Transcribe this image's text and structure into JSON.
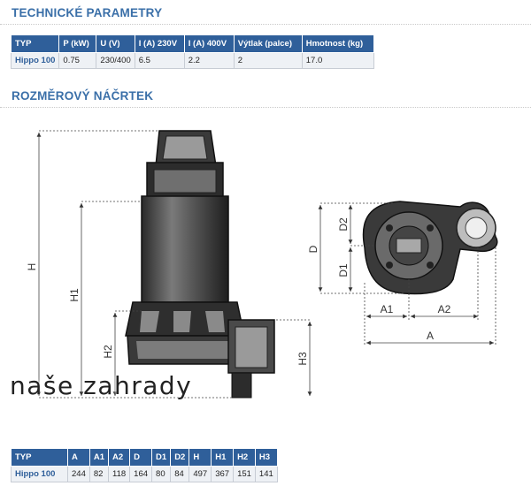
{
  "sections": {
    "params_title": "TECHNICKÉ PARAMETRY",
    "dims_title": "ROZMĚROVÝ NÁČRTEK"
  },
  "params_table": {
    "headers": [
      "TYP",
      "P (kW)",
      "U (V)",
      "I (A) 230V",
      "I (A) 400V",
      "Výtlak (palce)",
      "Hmotnost (kg)"
    ],
    "row": [
      "Hippo 100",
      "0.75",
      "230/400",
      "6.5",
      "2.2",
      "2",
      "17.0"
    ]
  },
  "drawing_labels": {
    "H": "H",
    "H1": "H1",
    "H2": "H2",
    "H3": "H3",
    "D": "D",
    "D1": "D1",
    "D2": "D2",
    "A": "A",
    "A1": "A1",
    "A2": "A2"
  },
  "watermark": "naše zahrady",
  "dims_table": {
    "headers": [
      "TYP",
      "A",
      "A1",
      "A2",
      "D",
      "D1",
      "D2",
      "H",
      "H1",
      "H2",
      "H3"
    ],
    "row": [
      "Hippo 100",
      "244",
      "82",
      "118",
      "164",
      "80",
      "84",
      "497",
      "367",
      "151",
      "141"
    ]
  },
  "colors": {
    "accent": "#3a6fa8",
    "header_bg": "#2f5f9a",
    "cell_bg": "#eef1f5"
  }
}
